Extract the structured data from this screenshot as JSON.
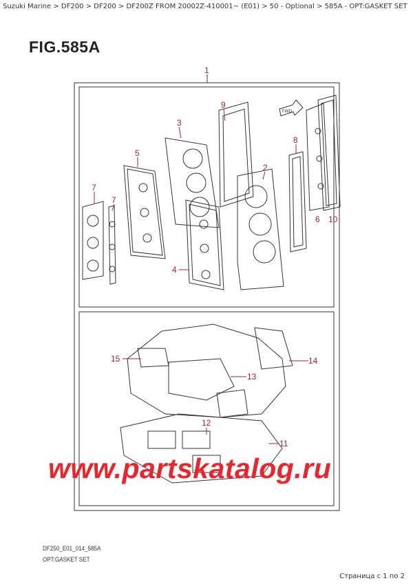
{
  "breadcrumb": "Suzuki Marine > DF200 > DF200 > DF200Z FROM 20002Z-410001~ (E01) > 50 - Optional > 585A - OPT:GASKET SET",
  "figure_title": "FIG.585A",
  "callouts": {
    "c1": "1",
    "c2": "2",
    "c3": "3",
    "c4": "4",
    "c5": "5",
    "c6": "6",
    "c7a": "7",
    "c7b": "7",
    "c8": "8",
    "c9": "9",
    "c10": "10",
    "c11": "11",
    "c12": "12",
    "c13": "13",
    "c14": "14",
    "c15": "15"
  },
  "fwd_label": "FWD",
  "watermark": "www.partskatalog.ru",
  "footer": {
    "code": "DF250_E01_014_585A",
    "caption": "OPT:GASKET SET"
  },
  "pagination": "Страница с 1 по 2",
  "colors": {
    "callout": "#a3242b",
    "watermark": "#e8262e"
  }
}
